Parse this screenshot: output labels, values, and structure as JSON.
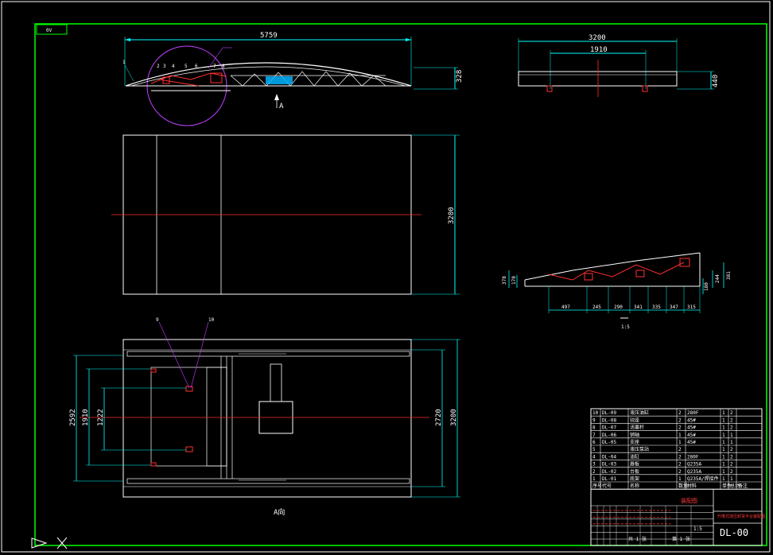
{
  "colors": {
    "background": "#000000",
    "border": "#00ff00",
    "dimension": "#00ffff",
    "outline": "#ffffff",
    "centerline": "#ff2a2a",
    "detail_circle": "#c040ff",
    "mechanism": "#ff3030",
    "hatch": "#00b4ff"
  },
  "drawing": {
    "corner_tag": "0V",
    "drawing_code": "DL-00"
  },
  "side_view": {
    "overall_length": "5759",
    "height": "328",
    "part_callouts": [
      "1",
      "2",
      "3",
      "4",
      "5",
      "6",
      "7",
      "8"
    ],
    "view_label": "A"
  },
  "end_view": {
    "overall_width": "3200",
    "inner_width": "1910",
    "height": "440"
  },
  "top_view": {
    "width": "3200"
  },
  "bottom_view": {
    "callout_left": "9",
    "callout_right": "10",
    "dim_2592": "2592",
    "dim_1910": "1910",
    "dim_1222": "1222",
    "dim_2720": "2720",
    "dim_3200": "3200",
    "caption": "A向"
  },
  "detail_view": {
    "dims_bottom": [
      "497",
      "245",
      "290",
      "341",
      "335",
      "347",
      "315"
    ],
    "dim_left_a": "378",
    "dim_left_b": "170",
    "dim_right_a": "381",
    "dim_right_b": "244",
    "dim_mid": "180",
    "scale_label": "1:5"
  },
  "title_block": {
    "rows": [
      {
        "no": "10",
        "code": "DL-09",
        "name": "液压油缸",
        "qty": "2",
        "material": "280F",
        "a": "1",
        "b": "2"
      },
      {
        "no": "9",
        "code": "DL-08",
        "name": "铰座",
        "qty": "2",
        "material": "45#",
        "a": "1",
        "b": "2"
      },
      {
        "no": "8",
        "code": "DL-07",
        "name": "活塞杆",
        "qty": "2",
        "material": "45#",
        "a": "1",
        "b": "2"
      },
      {
        "no": "7",
        "code": "DL-06",
        "name": "销轴",
        "qty": "1",
        "material": "45#",
        "a": "1",
        "b": "1"
      },
      {
        "no": "6",
        "code": "DL-05",
        "name": "支座",
        "qty": "1",
        "material": "45#",
        "a": "1",
        "b": "1"
      },
      {
        "no": "5",
        "code": "",
        "name": "液压泵站",
        "qty": "2",
        "material": "",
        "a": "1",
        "b": "2"
      },
      {
        "no": "4",
        "code": "DL-04",
        "name": "油缸",
        "qty": "2",
        "material": "280F",
        "a": "1",
        "b": "2"
      },
      {
        "no": "3",
        "code": "DL-03",
        "name": "唇板",
        "qty": "2",
        "material": "Q235A",
        "a": "1",
        "b": "2"
      },
      {
        "no": "2",
        "code": "DL-02",
        "name": "台板",
        "qty": "2",
        "material": "Q235A",
        "a": "1",
        "b": "2"
      },
      {
        "no": "1",
        "code": "DL-01",
        "name": "底架",
        "qty": "1",
        "material": "Q235A/焊接件",
        "a": "1",
        "b": "1"
      }
    ],
    "header": {
      "no": "序号",
      "code": "代号",
      "name": "名称",
      "qty": "数量",
      "material": "材料",
      "a": "单件",
      "b": "总计",
      "note": "备注"
    },
    "company": "装配图",
    "title": "升降式液压卸货平台装配图",
    "scale_value": "1:5",
    "sheet_total": "共 1 张",
    "sheet_no": "第 1 张"
  }
}
